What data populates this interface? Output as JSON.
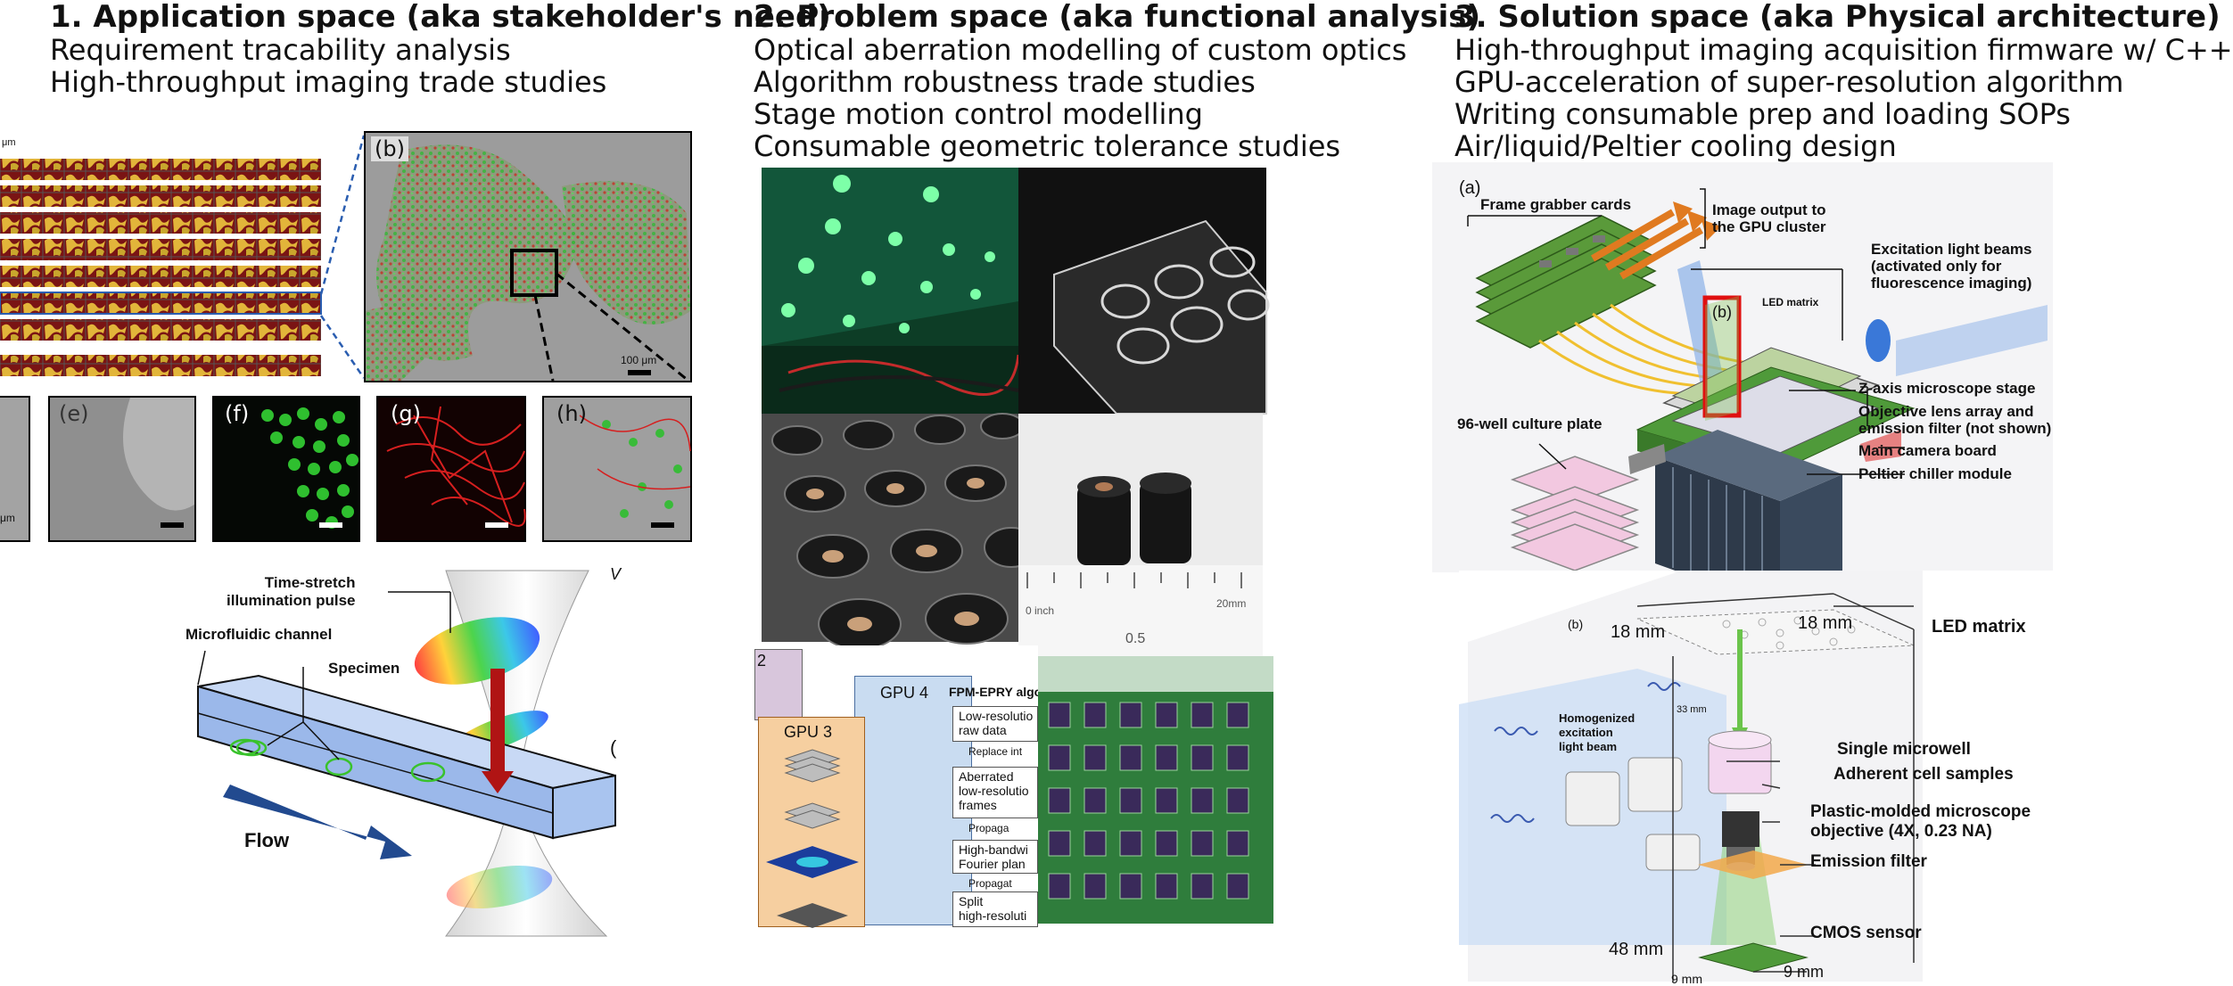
{
  "columns": [
    {
      "title": "1. Application space (aka stakeholder's need)",
      "lines": [
        "Requirement tracability analysis",
        "High-throughput imaging trade studies"
      ]
    },
    {
      "title": "2. Problem space (aka functional analysis)",
      "lines": [
        "Optical aberration modelling of custom optics",
        "Algorithm robustness trade studies",
        "Stage motion control modelling",
        "Consumable geometric tolerance studies"
      ]
    },
    {
      "title": "3. Solution space (aka Physical architecture)",
      "lines": [
        "High-throughput imaging acquisition firmware w/ C++",
        "GPU-acceleration of super-resolution algorithm",
        "Writing consumable prep and loading SOPs",
        "Air/liquid/Peltier cooling design"
      ]
    }
  ],
  "panel1": {
    "b": "(b)",
    "e": "(e)",
    "f": "(f)",
    "g": "(g)",
    "h": "(h)",
    "scale_top": "μm",
    "scale_b": "100 μm",
    "scale_d": "μm",
    "timestretch": {
      "pulse": "Time-stretch\nillumination pulse",
      "channel": "Microfluidic channel",
      "specimen": "Specimen",
      "flow": "Flow",
      "right_cut": "(",
      "top_cut": "V"
    }
  },
  "panel2": {
    "gpu2": "2",
    "gpu3": "GPU 3",
    "gpu4": "GPU 4",
    "algo_title": "FPM-EPRY algo",
    "steps": [
      "Low-resolutio\nraw data",
      "Replace int",
      "Aberrated\nlow-resolutio\nframes",
      "Propaga",
      "High-bandwi\nFourier plan",
      "Propagat",
      "Split\nhigh-resoluti"
    ],
    "ruler_labels": [
      "0 inch",
      "0.5",
      "20mm"
    ]
  },
  "panel3a": {
    "letter": "(a)",
    "frame_grabber": "Frame grabber cards",
    "image_output": "Image output to\nthe GPU cluster",
    "excitation": "Excitation light beams\n(activated only for\nfluorescence imaging)",
    "led_matrix": "LED matrix",
    "b_ref": "(b)",
    "z_stage": "Z-axis microscope stage",
    "objective_array": "Objective lens array and\nemission filter (not shown)",
    "main_camera": "Main camera board",
    "peltier": "Peltier chiller module",
    "plate": "96-well culture plate"
  },
  "panel3b": {
    "letter": "(b)",
    "dim_18a": "18 mm",
    "dim_18b": "18 mm",
    "led_matrix": "LED matrix",
    "homogenized": "Homogenized\nexcitation\nlight beam",
    "dim_33": "33 mm",
    "microwell": "Single microwell",
    "adherent": "Adherent cell samples",
    "objective": "Plastic-molded microscope\nobjective (4X, 0.23 NA)",
    "emission": "Emission filter",
    "cmos": "CMOS sensor",
    "dim_48": "48 mm",
    "dim_9": "9 mm",
    "dim_9b": "9 mm"
  },
  "colors": {
    "green_fluor": "#2fbf2f",
    "red_fluor": "#d61f1f",
    "pcb_green": "#3f8f2a",
    "flow_blue": "#224a8f",
    "gpu_orange": "#f6cfa0",
    "gpu_blue": "#c9dcf1",
    "highlight_red": "#e01010"
  }
}
